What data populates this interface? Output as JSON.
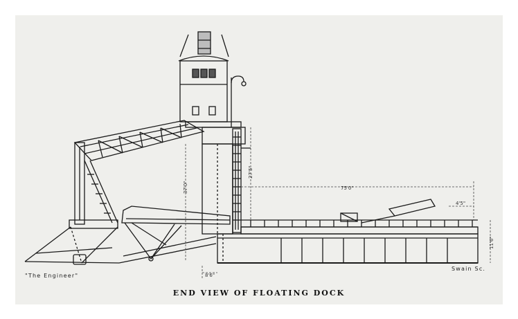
{
  "caption": "END VIEW OF FLOATING DOCK",
  "credit_left": "\"The Engineer\"",
  "credit_right": "Swain Sc.",
  "dimensions": {
    "tower_height": "37'0\"",
    "mast_height": "27'5\"",
    "deck_length": "75'0\"",
    "rail_height": "4'5\"",
    "hull_depth": "11'6\"",
    "base_offset": "8'6\""
  },
  "palette": {
    "ink": "#1a1a1a",
    "paper": "#efefec"
  }
}
